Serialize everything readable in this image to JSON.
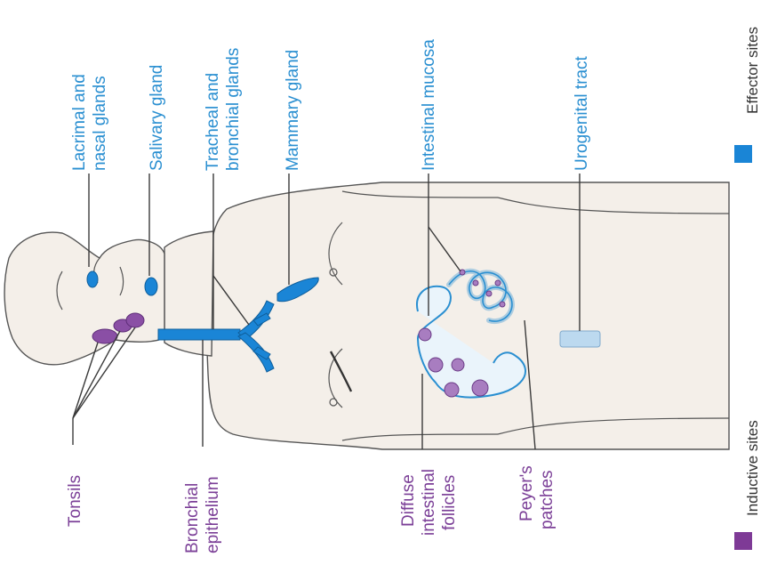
{
  "effector_labels": {
    "lacrimal": [
      "Lacrimal and",
      "nasal glands"
    ],
    "salivary": "Salivary gland",
    "tracheal": [
      "Tracheal and",
      "bronchial glands"
    ],
    "mammary": "Mammary gland",
    "intestinal_mucosa": "Intestinal mucosa",
    "urogenital": "Urogenital tract"
  },
  "inductive_labels": {
    "tonsils": "Tonsils",
    "bronchial_epithelium": [
      "Bronchial",
      "epithelium"
    ],
    "diffuse_follicles": [
      "Diffuse",
      "intestinal",
      "follicles"
    ],
    "peyers_patches": [
      "Peyer's",
      "patches"
    ]
  },
  "legend": {
    "effector": {
      "label": "Effector sites",
      "color": "#1a85d6"
    },
    "inductive": {
      "label": "Inductive sites",
      "color": "#7e3a96"
    }
  },
  "colors": {
    "effector_tissue": "#1a85d6",
    "inductive_tissue": "#8a4fa5",
    "body_fill": "#f4efe9"
  }
}
